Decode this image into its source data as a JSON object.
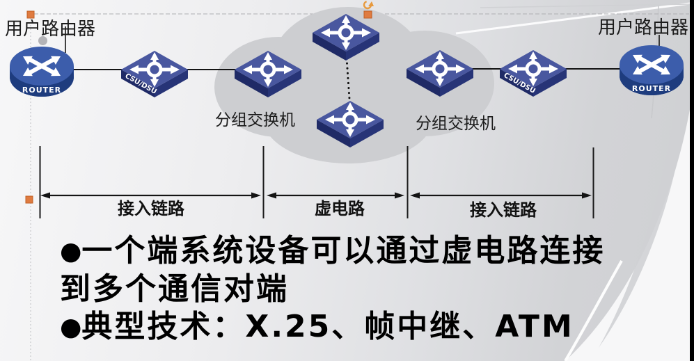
{
  "slide": {
    "device_labels": {
      "user_router_left": "用户路由器",
      "user_router_right": "用户路由器",
      "packet_switch_left": "分组交换机",
      "packet_switch_right": "分组交换机"
    },
    "device_text": {
      "router_left": "ROUTER",
      "router_right": "ROUTER",
      "csu_dsu_left": "CSU/DSU",
      "csu_dsu_right": "CSU/DSU"
    },
    "measurements": {
      "access_link_left": "接入链路",
      "virtual_circuit": "虚电路",
      "access_link_right": "接入链路"
    },
    "bullets": {
      "marker": "●",
      "b1_line1": "一个端系统设备可以通过虚电路连接",
      "b1_line2": "到多个通信对端",
      "b2": "典型技术：X.25、帧中继、ATM"
    },
    "colors": {
      "switch_top_blue": "#49579f",
      "switch_side_dark": "#1f2a66",
      "router_top_blue": "#3c5dab",
      "router_side_blue": "#24458d",
      "cloud_gray": "#cdced1",
      "handle_orange": "#df7b40",
      "line_black": "#141414",
      "edge_black_strip": "#000000"
    }
  }
}
